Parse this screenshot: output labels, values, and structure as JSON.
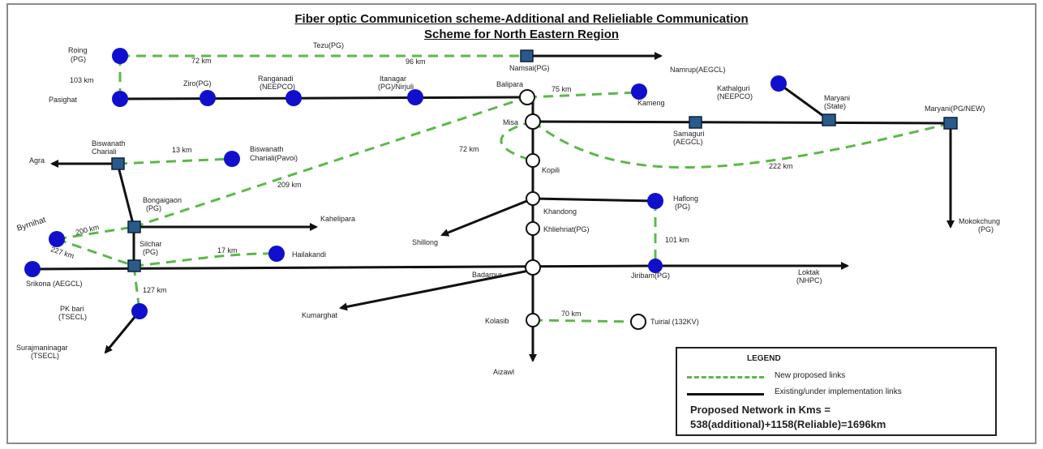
{
  "title": {
    "line1": "Fiber optic Communicetion scheme-Additional and Relieliable Communication",
    "line2": "Scheme for North Eastern Region"
  },
  "colors": {
    "new_link": "#5cb84a",
    "existing_link": "#111111",
    "node_blue": "#1010cc",
    "node_square": "#2a5a8a"
  },
  "nodes": {
    "roing": "Roing",
    "roing_pg": "(PG)",
    "tezu": "Tezu(PG)",
    "namsai": "Namsai(PG)",
    "namrup": "Namrup(AEGCL)",
    "pasighat": "Pasighat",
    "ziro": "Ziro(PG)",
    "ranganadi1": "Ranganadi",
    "ranganadi2": "(NEEPCO)",
    "itanagar1": "Itanagar",
    "itanagar2": "(PG)/Nirjuli",
    "balipara": "Balipara",
    "kameng": "Kameng",
    "kathalguri1": "Kathalguri",
    "kathalguri2": "(NEEPCO)",
    "mariani_state1": "Maryani",
    "mariani_state2": "(State)",
    "mariani_pg": "Maryani(PG/NEW)",
    "misa": "Misa",
    "samaguri1": "Samaguri",
    "samaguri2": "(AEGCL)",
    "bongaigaon_charali1": "Biswanath",
    "bongaigaon_charali2": "Chariali",
    "agra": "Agra",
    "biswanath_pavoi1": "Biswanath",
    "biswanath_pavoi2": "Chariali(Pavoi)",
    "kopili": "Kopili",
    "bongaigaon1": "Bongaigaon",
    "bongaigaon2": "(PG)",
    "kahelipara": "Kahelipara",
    "khandong": "Khandong",
    "haflong1": "Haflong",
    "haflong2": "(PG)",
    "mokokchung1": "Mokokchung",
    "mokokchung2": "(PG)",
    "byrnihat": "Byrnihat",
    "khliehriat": "Khliehriat(PG)",
    "shillong": "Shillong",
    "silchar1": "Silchar",
    "silchar2": "(PG)",
    "hailakandi": "Hailakandi",
    "srikona": "Srikona (AEGCL)",
    "badarpur": "Badarpur",
    "jiribam": "Jiribam(PG)",
    "loktak1": "Loktak",
    "loktak2": "(NHPC)",
    "pk_bari1": "PK bari",
    "pk_bari2": "(TSECL)",
    "kumarghat": "Kumarghat",
    "kolasib": "Kolasib",
    "tuirial": "Tuirial  (132KV)",
    "surajmaninagar1": "Surajmaninagar",
    "surajmaninagar2": "(TSECL)",
    "aizawl": "Aizawl"
  },
  "distances": {
    "roing_tezu": "72 km",
    "tezu_namsai": "96 km",
    "roing_pasighat": "103 km",
    "balipara_kameng": "75 km",
    "misa_kopili": "72 km",
    "misa_mariani": "222 km",
    "charali_pavoi": "13 km",
    "bongaigaon_balipara": "209 km",
    "byrnihat_bongaigaon": "200 km",
    "byrnihat_silchar": "227 km",
    "silchar_hailakandi": "17 km",
    "haflong_jiribam": "101 km",
    "silchar_pkbari": "127 km",
    "kolasib_tuirial": "70 km"
  },
  "legend": {
    "title": "LEGEND",
    "new_links": "New proposed links",
    "existing_links": "Existing/under implementation  links",
    "summary_line1": "Proposed Network in Kms =",
    "summary_line2": "538(additional)+1158(Reliable)=1696km"
  }
}
